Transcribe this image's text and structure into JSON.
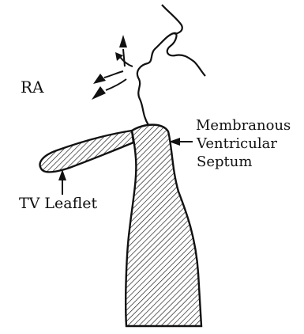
{
  "labels": {
    "ra": "RA",
    "tv_leaflet": "TV Leaflet",
    "septum_lines": [
      "Membranous",
      "Ventricular",
      "Septum"
    ]
  },
  "colors": {
    "ink": "#111111",
    "background": "#ffffff"
  }
}
